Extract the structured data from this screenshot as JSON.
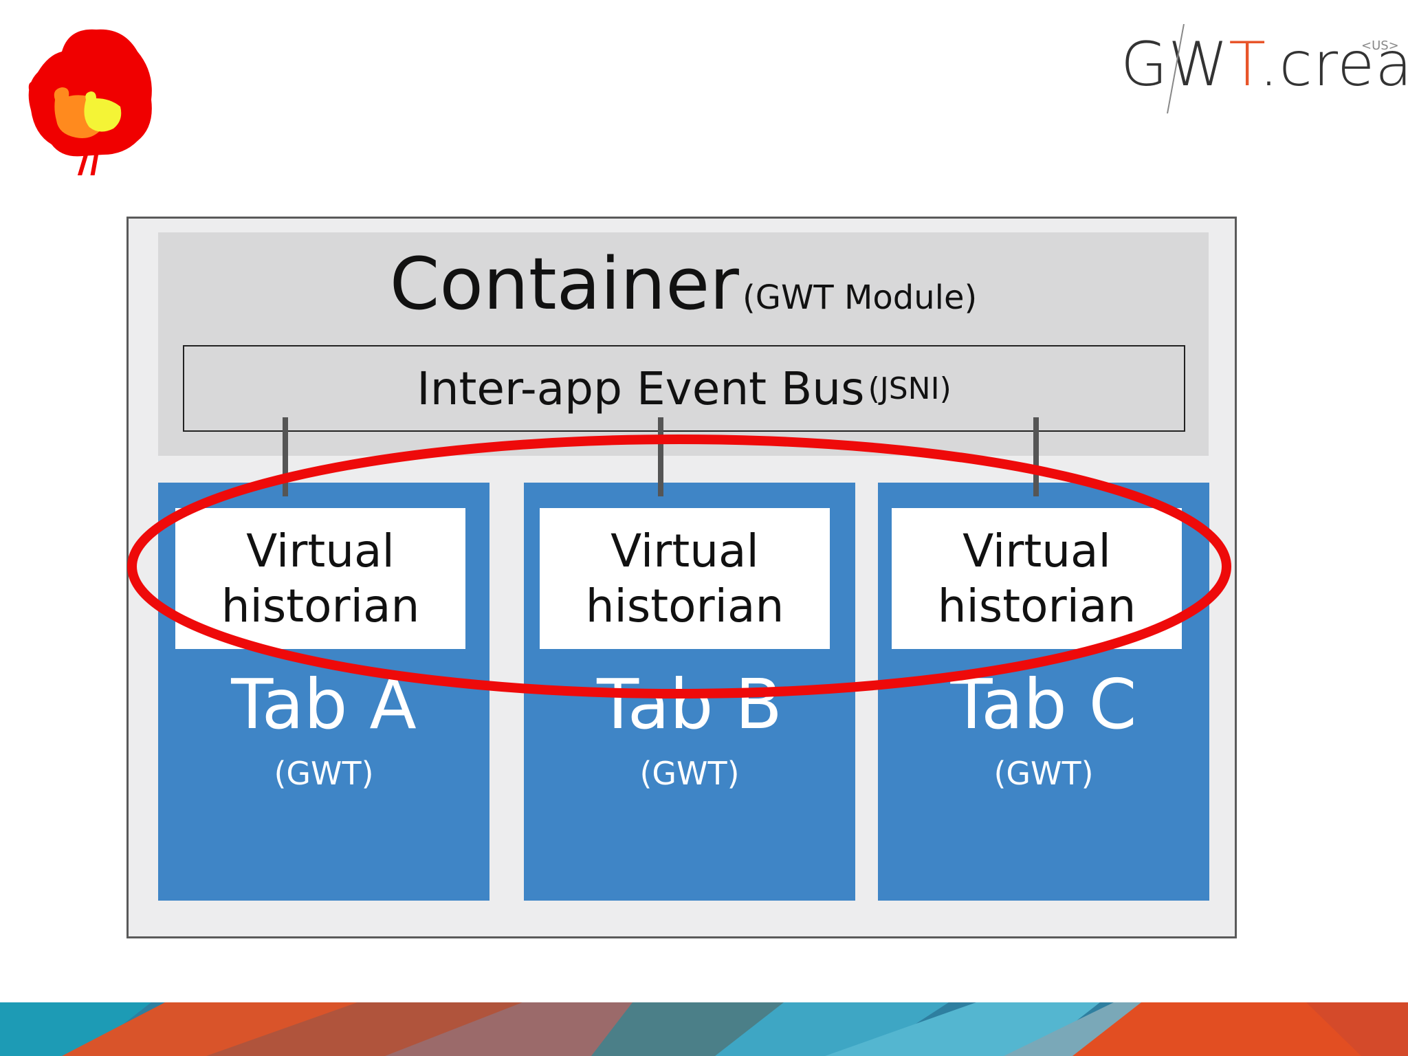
{
  "brand": {
    "gw": "GW",
    "t": "T",
    "rest": ".create",
    "tag": "<US>"
  },
  "diagram": {
    "container": {
      "title": "Container",
      "subtitle": "(GWT Module)"
    },
    "bus": {
      "title": "Inter-app Event Bus",
      "subtitle": "(JSNI)"
    },
    "tabs": [
      {
        "name": "Tab A",
        "sub": "(GWT)",
        "virtual_line1": "Virtual",
        "virtual_line2": "historian"
      },
      {
        "name": "Tab B",
        "sub": "(GWT)",
        "virtual_line1": "Virtual",
        "virtual_line2": "historian"
      },
      {
        "name": "Tab C",
        "sub": "(GWT)",
        "virtual_line1": "Virtual",
        "virtual_line2": "historian"
      }
    ]
  },
  "colors": {
    "tab_blue": "#3f85c6",
    "highlight_red": "#ee0a0a",
    "brand_orange": "#e8552a"
  }
}
